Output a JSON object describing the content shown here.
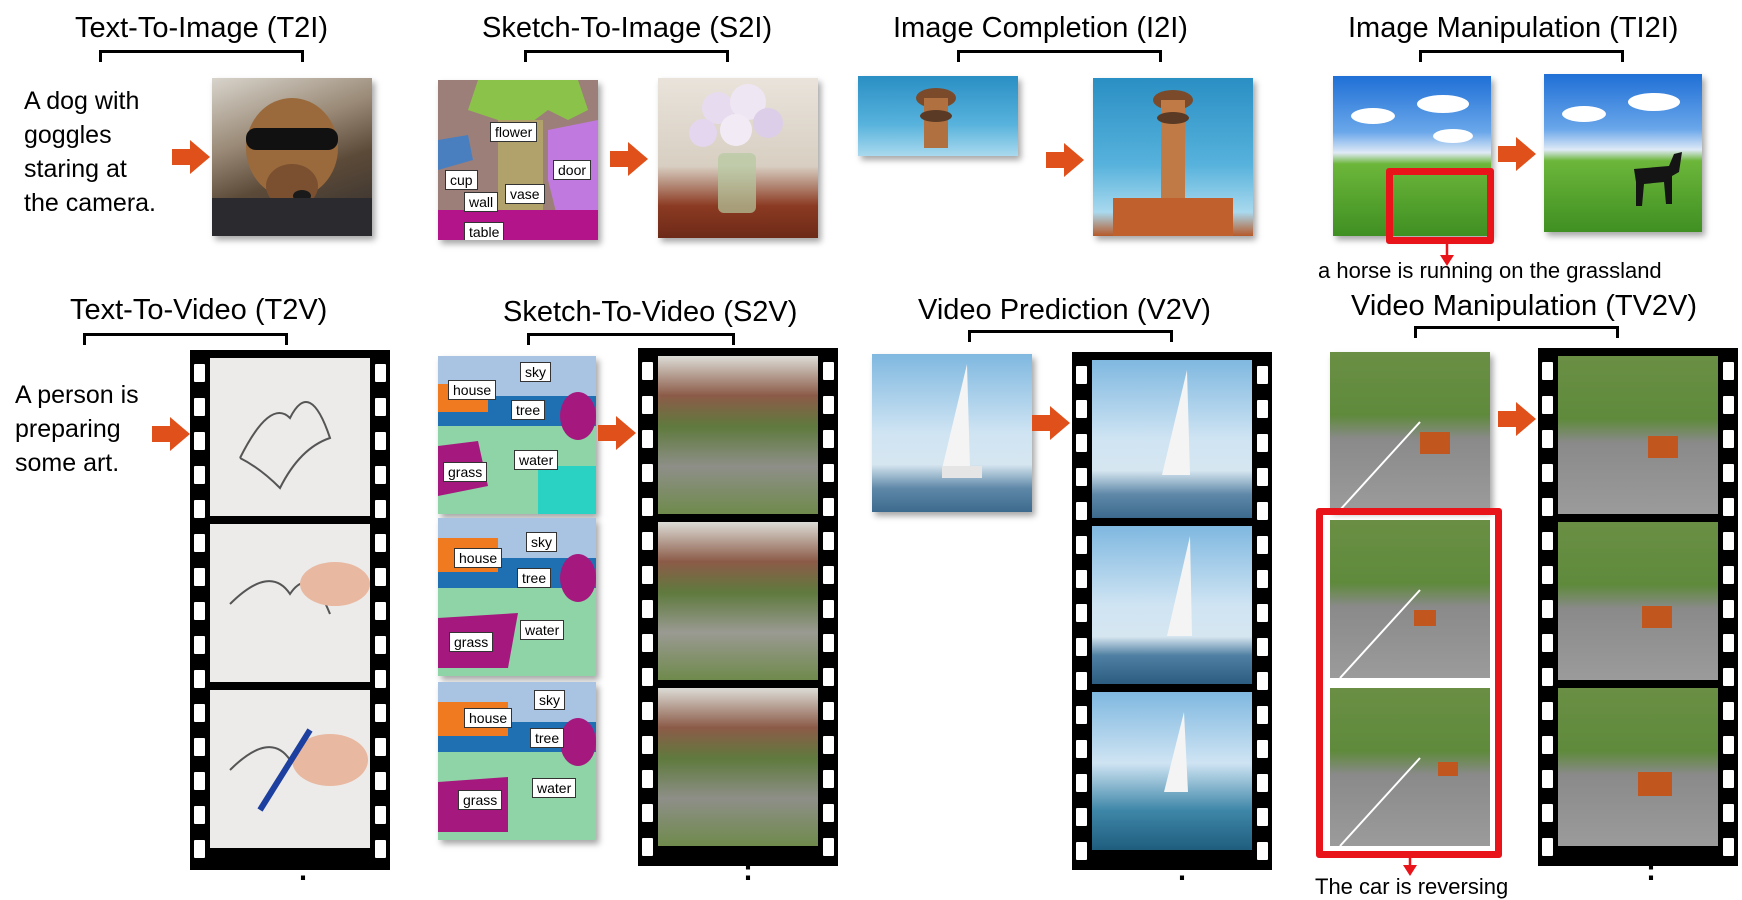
{
  "titles": {
    "t2i": "Text-To-Image (T2I)",
    "s2i": "Sketch-To-Image (S2I)",
    "i2i": "Image Completion (I2I)",
    "ti2i": "Image Manipulation (TI2I)",
    "t2v": "Text-To-Video (T2V)",
    "s2v": "Sketch-To-Video (S2V)",
    "v2v": "Video Prediction (V2V)",
    "tv2v": "Video Manipulation (TV2V)"
  },
  "prompts": {
    "t2i": "A dog with\ngoggles\nstaring at\nthe camera.",
    "t2v": "A person is\npreparing\nsome art."
  },
  "captions": {
    "ti2i": "a horse is running on the grassland",
    "tv2v": "The car is reversing"
  },
  "sketch_labels": {
    "s2i": [
      "flower",
      "door",
      "cup",
      "vase",
      "wall",
      "table"
    ],
    "s2v_1": [
      "sky",
      "house",
      "tree",
      "water",
      "grass"
    ],
    "s2v_2": [
      "sky",
      "house",
      "tree",
      "water",
      "grass"
    ],
    "s2v_3": [
      "sky",
      "house",
      "tree",
      "water",
      "grass"
    ]
  },
  "ellipsis": "⋮",
  "colors": {
    "arrow": "#e0501a",
    "red_box": "#e8141a"
  }
}
